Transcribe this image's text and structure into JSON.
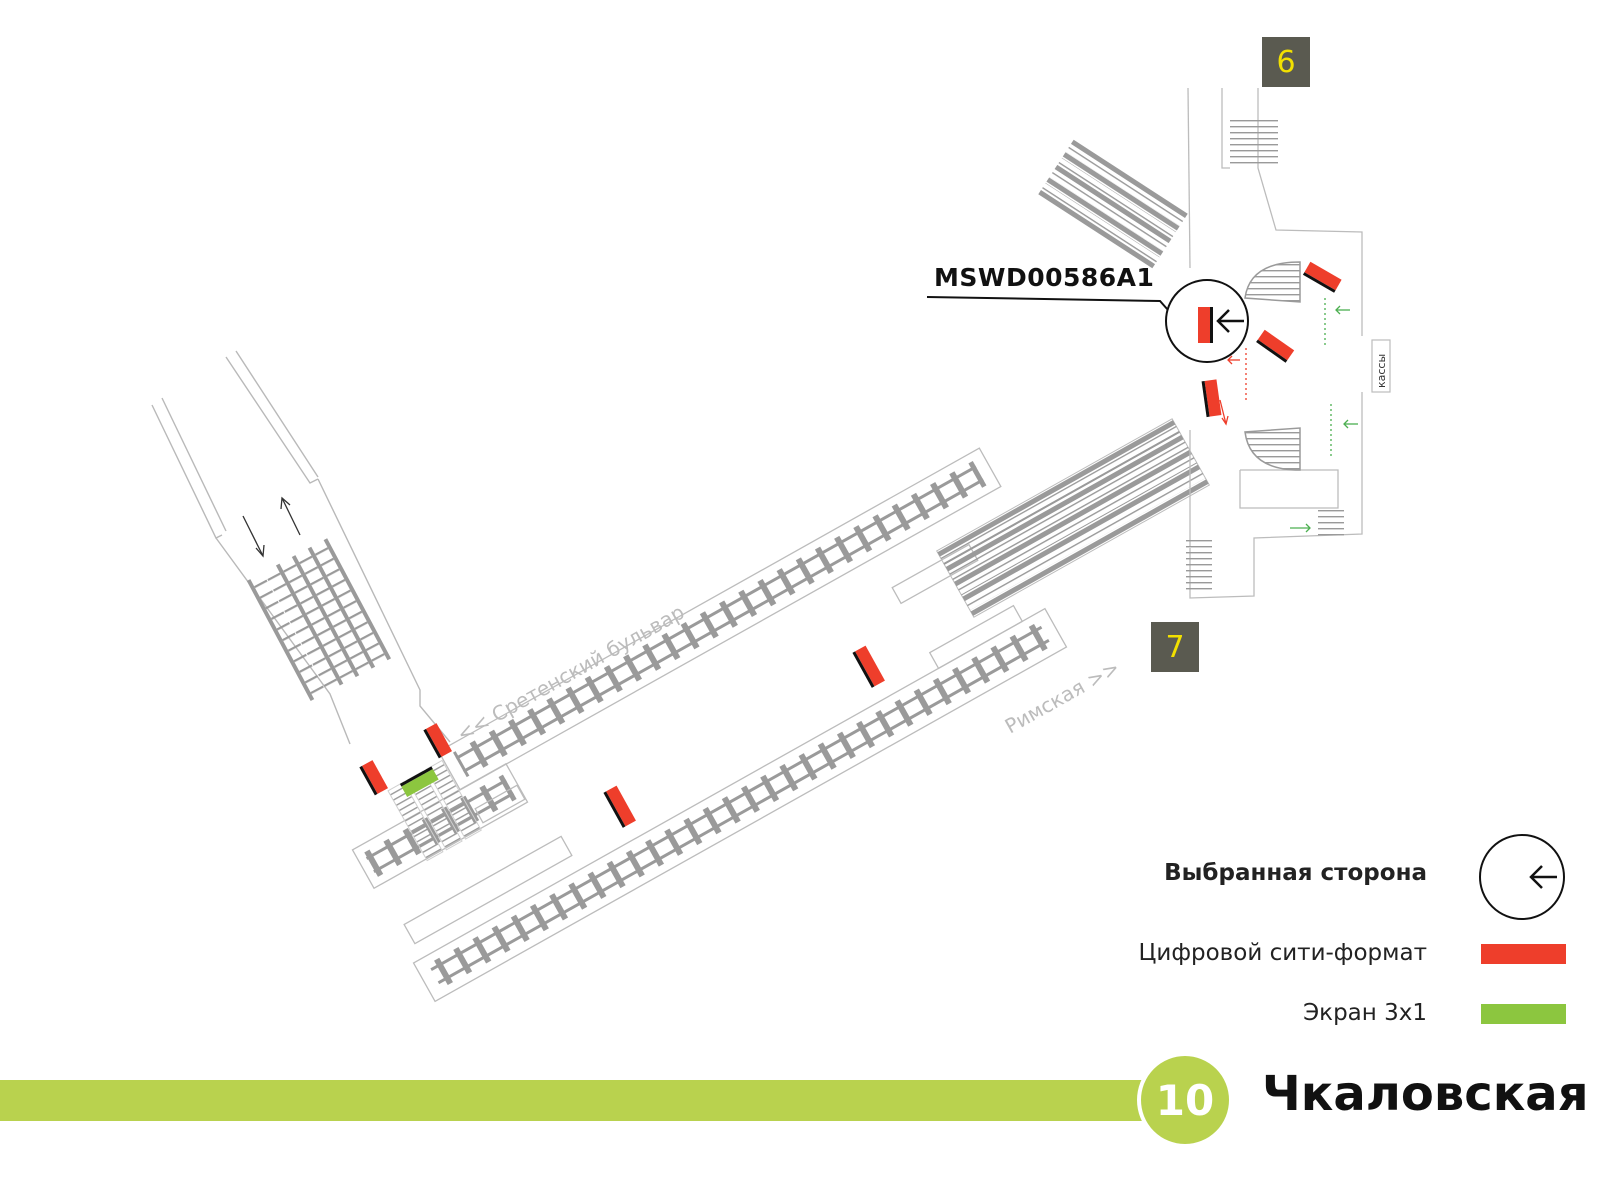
{
  "exits": [
    {
      "number": "6"
    },
    {
      "number": "7"
    }
  ],
  "selected_code": "MSWD00586A1",
  "street_labels": {
    "sretensky": "<< Сретенский бульвар",
    "rimskaya": "Римская >>"
  },
  "kassy_label": "кассы",
  "legend": {
    "selected_side": "Выбранная сторона",
    "digital_city_format": "Цифровой сити-формат",
    "screen_3x1": "Экран 3х1"
  },
  "line": {
    "number": "10",
    "station": "Чкаловская"
  },
  "colors": {
    "digital_city_format": "#ee3e2b",
    "screen_3x1": "#8cc63f",
    "line": "#b9d24e",
    "exit_badge": "#5a5a50",
    "exit_text": "#f2e000",
    "rail": "#9a9a9a"
  }
}
